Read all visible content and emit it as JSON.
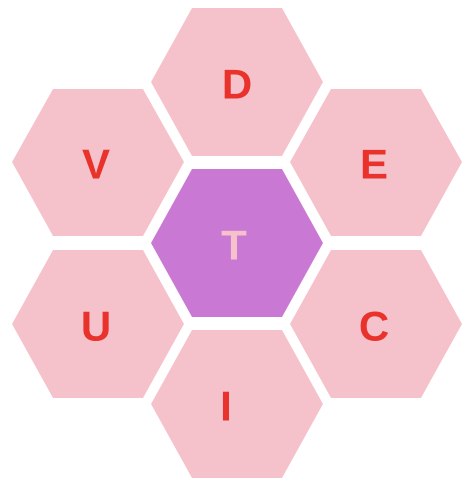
{
  "puzzle": {
    "center_letter": "T",
    "outer_letters": [
      "D",
      "E",
      "C",
      "I",
      "U",
      "V"
    ]
  },
  "colors": {
    "background": "#ffffff",
    "outer_hex_fill": "#f5c2cc",
    "center_hex_fill": "#c978d4",
    "outer_letter_color": "#e8322b",
    "center_letter_color": "#f5c2cc"
  }
}
